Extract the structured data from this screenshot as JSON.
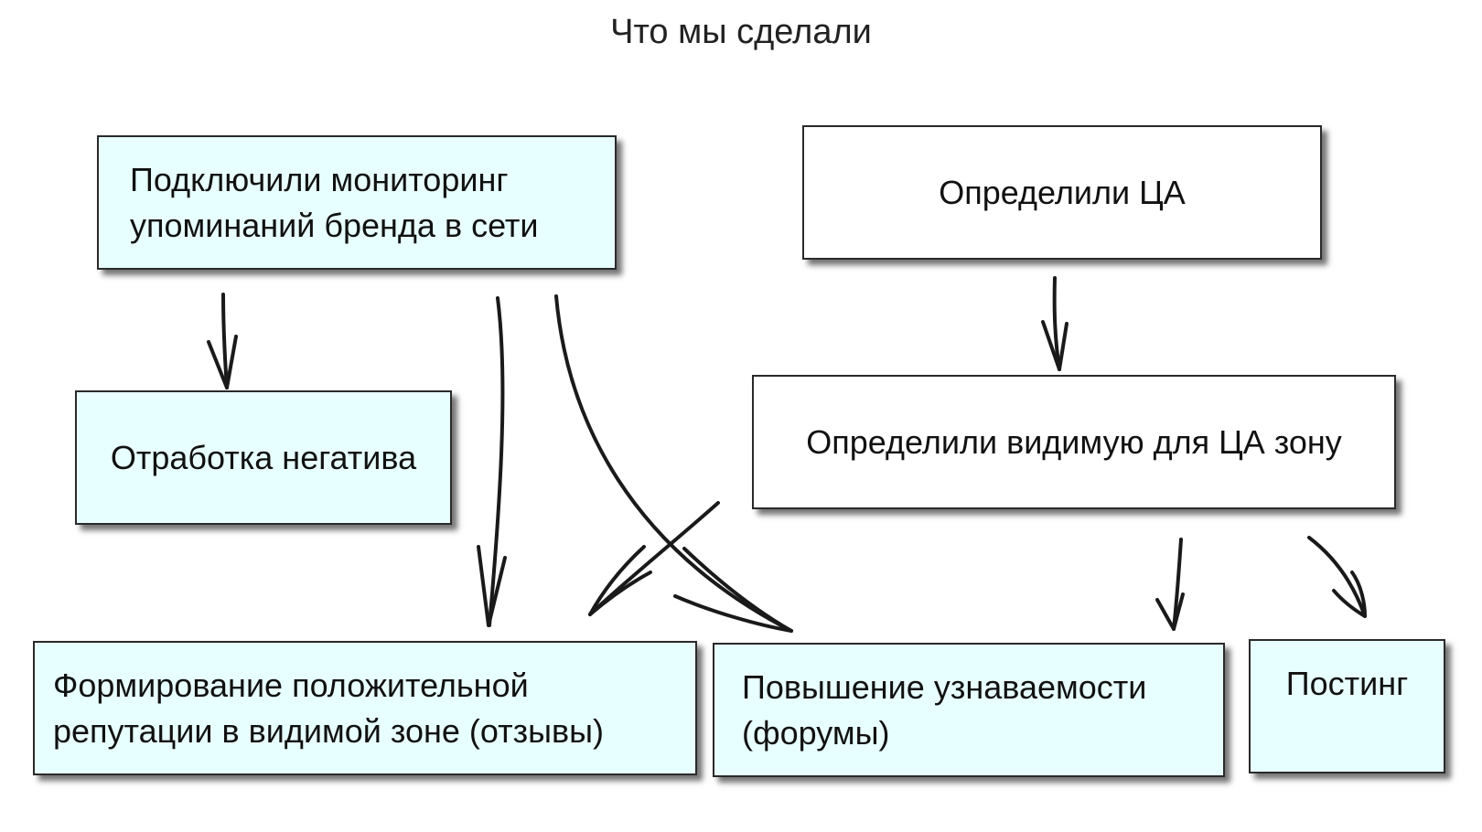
{
  "title": "Что мы сделали",
  "nodes": {
    "monitoring": "Подключили мониторинг упоминаний бренда в сети",
    "negative": "Отработка негатива",
    "target_audience": "Определили ЦА",
    "visible_zone": "Определили видимую для ЦА зону",
    "reputation": "Формирование положительной репутации в видимой зоне (отзывы)",
    "awareness": "Повышение узнаваемости (форумы)",
    "posting": "Постинг"
  },
  "node_lines": {
    "monitoring": [
      "Подключили мониторинг",
      "упоминаний бренда в сети"
    ],
    "reputation": [
      "Формирование положительной",
      "репутации в видимой зоне (отзывы)"
    ],
    "awareness": [
      "Повышение узнаваемости",
      "(форумы)"
    ]
  },
  "edges": [
    {
      "from": "monitoring",
      "to": "negative"
    },
    {
      "from": "monitoring",
      "to": "reputation"
    },
    {
      "from": "monitoring",
      "to": "awareness"
    },
    {
      "from": "target_audience",
      "to": "visible_zone"
    },
    {
      "from": "visible_zone",
      "to": "reputation"
    },
    {
      "from": "visible_zone",
      "to": "awareness"
    },
    {
      "from": "visible_zone",
      "to": "posting"
    }
  ],
  "colors": {
    "box_fill_cyan": "#e8ffff",
    "box_fill_white": "#ffffff",
    "stroke": "#1a1a1a"
  }
}
